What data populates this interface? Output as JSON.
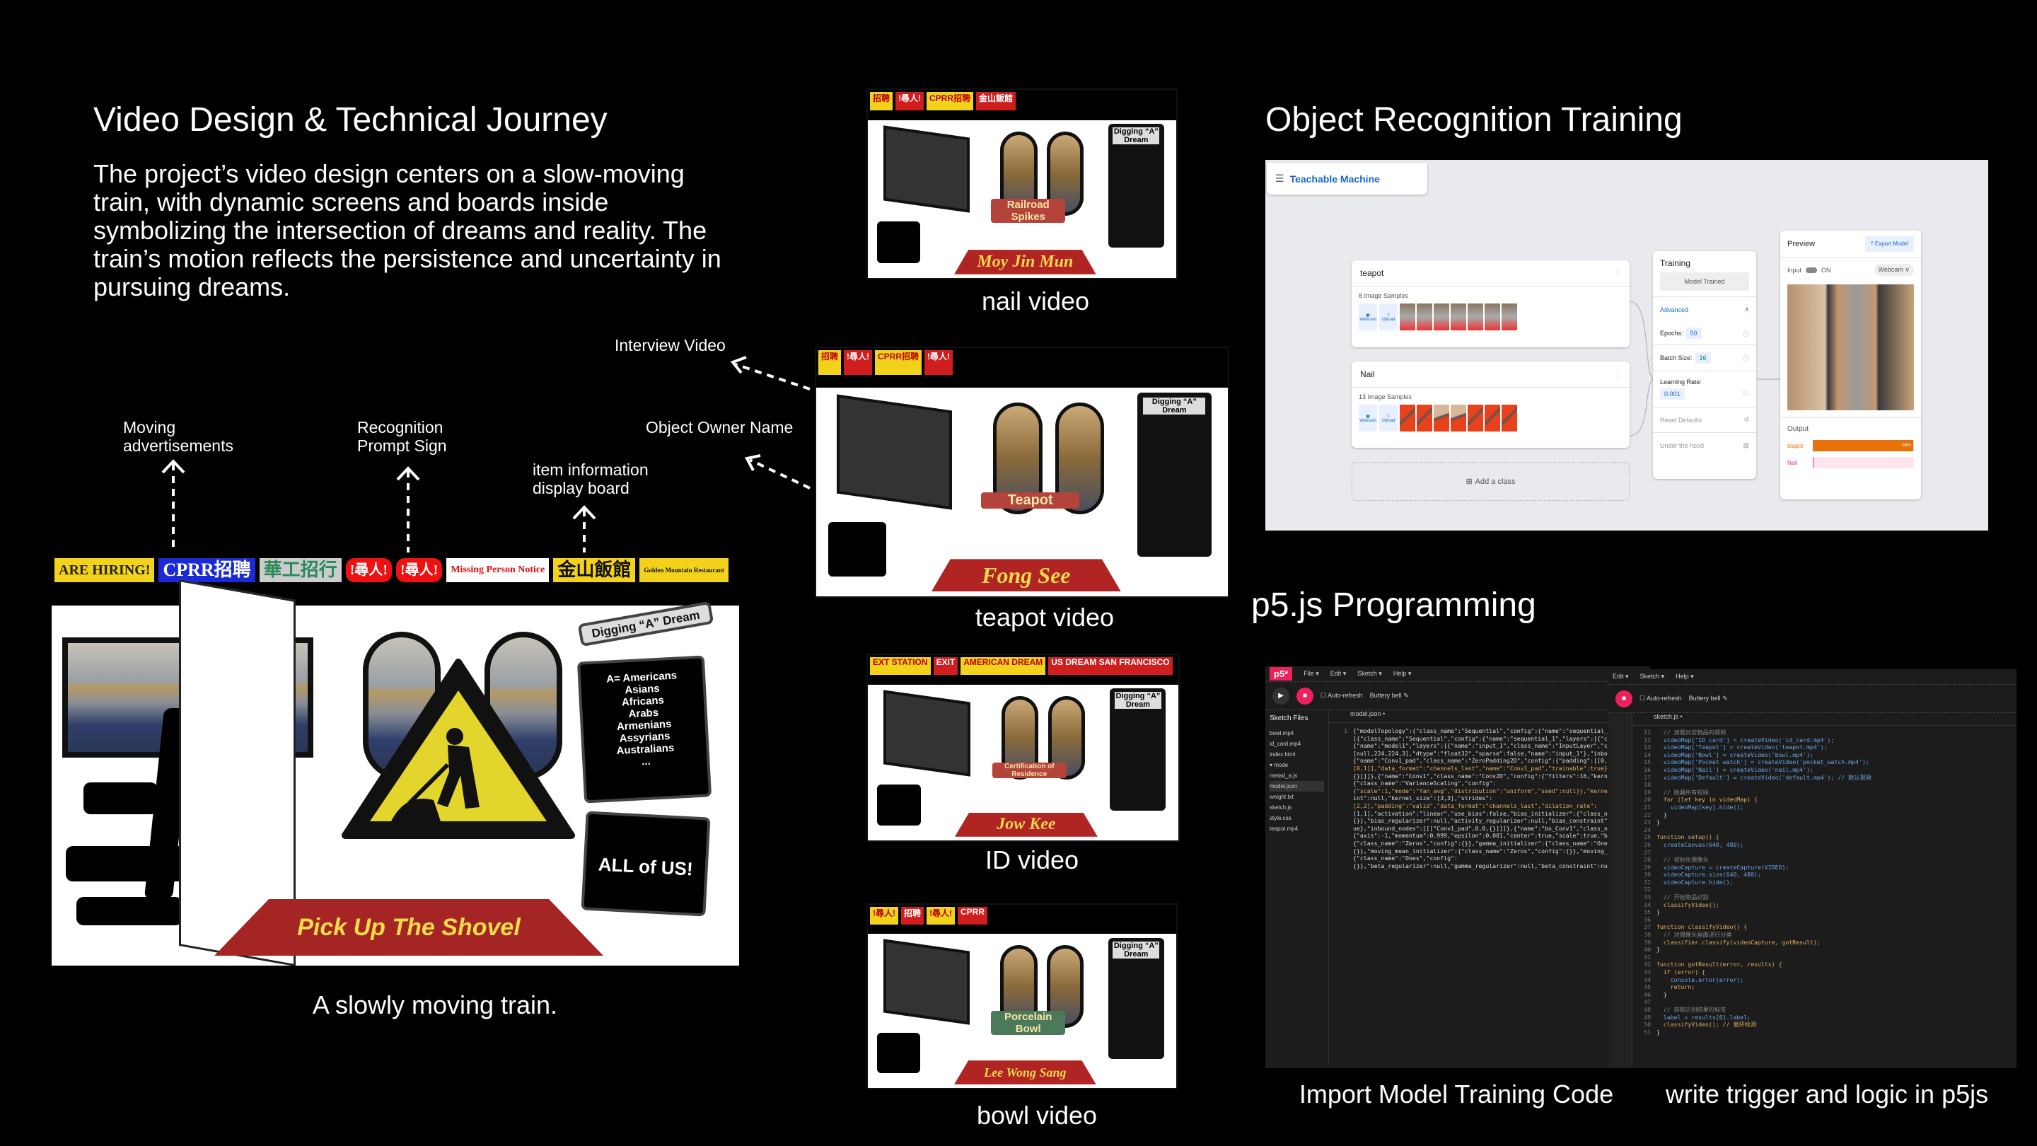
{
  "left": {
    "title": "Video Design & Technical Journey",
    "description": "The project’s video design centers on a slow-moving train, with dynamic screens and boards inside symbolizing the intersection of dreams and reality. The train’s motion reflects the persistence and uncertainty in pursuing dreams.",
    "annotations": {
      "moving_ads": "Moving advertisements",
      "recognition_sign": "Recognition Prompt Sign",
      "info_board": "item information display board",
      "interview_video": "Interview Video",
      "owner_name": "Object Owner Name"
    },
    "train": {
      "ads": [
        "ARE HIRING!",
        "CPRR招聘",
        "華工招行",
        "!尋人!",
        "!尋人!",
        "Missing Person Notice",
        "金山飯館",
        "Golden Mountain Restaurant"
      ],
      "board_title": "Digging “A” Dream",
      "board_list": [
        "A= Americans",
        "Asians",
        "Africans",
        "Arabs",
        "Armenians",
        "Assyrians",
        "Australians",
        "..."
      ],
      "board_bottom": "ALL of US!",
      "mat_text": "Pick Up The Shovel",
      "caption": "A slowly moving train."
    }
  },
  "videos": [
    {
      "caption": "nail video",
      "object": "Railroad Spikes",
      "owner": "Moy Jin Mun",
      "strip": [
        "招聘",
        "!尋人!",
        "CPRR招聘",
        "金山飯館"
      ]
    },
    {
      "caption": "teapot video",
      "object": "Teapot",
      "owner": "Fong See",
      "strip": [
        "招聘",
        "!尋人!",
        "CPRR招聘",
        "!尋人!"
      ]
    },
    {
      "caption": "ID video",
      "object": "Certification of Residence",
      "owner": "Jow Kee",
      "strip": [
        "EXT STATION",
        "EXIT",
        "AMERICAN DREAM",
        "US DREAM SAN FRANCISCO"
      ]
    },
    {
      "caption": "bowl video",
      "object": "Porcelain Bowl",
      "owner": "Lee Wong Sang",
      "strip": [
        "!尋人!",
        "招聘",
        "!尋人!",
        "CPRR"
      ]
    }
  ],
  "sign_title": "Digging “A” Dream",
  "right": {
    "title": "Object Recognition Training",
    "teachable": {
      "app_name": "Teachable Machine",
      "classes": [
        {
          "name": "teapot",
          "samples": "8 Image Samples"
        },
        {
          "name": "Nail",
          "samples": "13 Image Samples"
        }
      ],
      "webcam": "Webcam",
      "upload": "Upload",
      "add_class": "Add a class",
      "training": {
        "title": "Training",
        "status": "Model Trained",
        "advanced": "Advanced",
        "epochs_label": "Epochs:",
        "epochs": "50",
        "batch_label": "Batch Size:",
        "batch": "16",
        "lr_label": "Learning Rate:",
        "lr": "0.001",
        "reset": "Reset Defaults",
        "hood": "Under the hood"
      },
      "preview": {
        "title": "Preview",
        "export": "Export Model",
        "input": "Input",
        "on": "ON",
        "source": "Webcam",
        "output": "Output",
        "results": [
          {
            "label": "teapot",
            "pct": "99%",
            "value": 99,
            "color": "#e8710a"
          },
          {
            "label": "Nail",
            "pct": "",
            "value": 1,
            "color": "#e52592"
          }
        ]
      }
    },
    "p5_title": "p5.js Programming",
    "p5": {
      "logo": "p5*",
      "menus": [
        "File ▾",
        "Edit ▾",
        "Sketch ▾",
        "Help ▾"
      ],
      "auto_refresh": "Auto-refresh",
      "sketch_name": "Buttery bell ✎",
      "sketch_files": "Sketch Files",
      "files": [
        "bowl.mp4",
        "id_card.mp4",
        "index.html",
        "▾ mode",
        "metad_a.js",
        "model.json",
        "weight.txt",
        "sketch.js",
        "style.css",
        "teapot.mp4"
      ],
      "tab1": "model.json •",
      "tab2": "sketch.js •",
      "json_lines": [
        "{\"modelTopology\":{\"class_name\":\"Sequential\",\"config\":{\"name\":\"sequential_",
        "[{\"class_name\":\"Sequential\",\"config\":{\"name\":\"sequential_1\",\"layers\":[{\"c",
        "{\"name\":\"model1\",\"layers\":[{\"name\":\"input_1\",\"class_name\":\"InputLayer\",\"c",
        "[null,224,224,3],\"dtype\":\"float32\",\"sparse\":false,\"name\":\"input_1\"},\"inbo",
        "{\"name\":\"Conv1_pad\",\"class_name\":\"ZeroPadding2D\",\"config\":{\"padding\":[[0,",
        "[0,1]],\"data_format\":\"channels_last\",\"name\":\"Conv1_pad\",\"trainable\":true}",
        "{}]]]},{\"name\":\"Conv1\",\"class_name\":\"Conv2D\",\"config\":{\"filters\":16,\"kern",
        "{\"class_name\":\"VarianceScaling\",\"config\":",
        "{\"scale\":1,\"mode\":\"fan_avg\",\"distribution\":\"uniform\",\"seed\":null}},\"kerne",
        "int\":null,\"kernel_size\":[3,3],\"strides\":",
        "[2,2],\"padding\":\"valid\",\"data_format\":\"channels_last\",\"dilation_rate\":",
        "[1,1],\"activation\":\"linear\",\"use_bias\":false,\"bias_initializer\":{\"class_n",
        "{}},\"bias_regularizer\":null,\"activity_regularizer\":null,\"bias_constraint\"",
        "ue},\"inbound_nodes\":[[[\"Conv1_pad\",0,0,{}]]]},{\"name\":\"bn_Conv1\",\"class_n",
        "{\"axis\":-1,\"momentum\":0.999,\"epsilon\":0.001,\"center\":true,\"scale\":true,\"b",
        "{\"class_name\":\"Zeros\",\"config\":{}},\"gamma_initializer\":{\"class_name\":\"One",
        "{}},\"moving_mean_initializer\":{\"class_name\":\"Zeros\",\"config\":{}},\"moving_",
        "{\"class_name\":\"Ones\",\"config\":",
        "{}},\"beta_regularizer\":null,\"gamma_regularizer\":null,\"beta_constraint\":nu"
      ],
      "sketch_lines": [
        "  // 加载对应物品的视频",
        "  videoMap['ID card'] = createVideo('id_card.mp4');",
        "  videoMap['Teapot'] = createVideo('teapot.mp4');",
        "  videoMap['Bowl'] = createVideo('bowl.mp4');",
        "  videoMap['Pocket watch'] = createVideo('pocket_watch.mp4');",
        "  videoMap['Nail'] = createVideo('nail.mp4');",
        "  videoMap['Default'] = createVideo('default.mp4'); // 默认视频",
        "",
        "  // 隐藏所有视频",
        "  for (let key in videoMap) {",
        "    videoMap[key].hide();",
        "  }",
        "}",
        "",
        "function setup() {",
        "  createCanvas(640, 480);",
        "",
        "  // 初始化摄像头",
        "  videoCapture = createCapture(VIDEO);",
        "  videoCapture.size(640, 480);",
        "  videoCapture.hide();",
        "",
        "  // 开始物品识别",
        "  classifyVideo();",
        "}",
        "",
        "function classifyVideo() {",
        "  // 对摄像头画面进行分类",
        "  classifier.classify(videoCapture, gotResult);",
        "}",
        "",
        "function gotResult(error, results) {",
        "  if (error) {",
        "    console.error(error);",
        "    return;",
        "  }",
        "",
        "  // 获取识别结果的标签",
        "  label = results[0].label;",
        "  classifyVideo(); // 循环检测",
        "}"
      ],
      "caption1": "Import Model Training Code",
      "caption2": "write trigger and logic in p5js"
    }
  }
}
